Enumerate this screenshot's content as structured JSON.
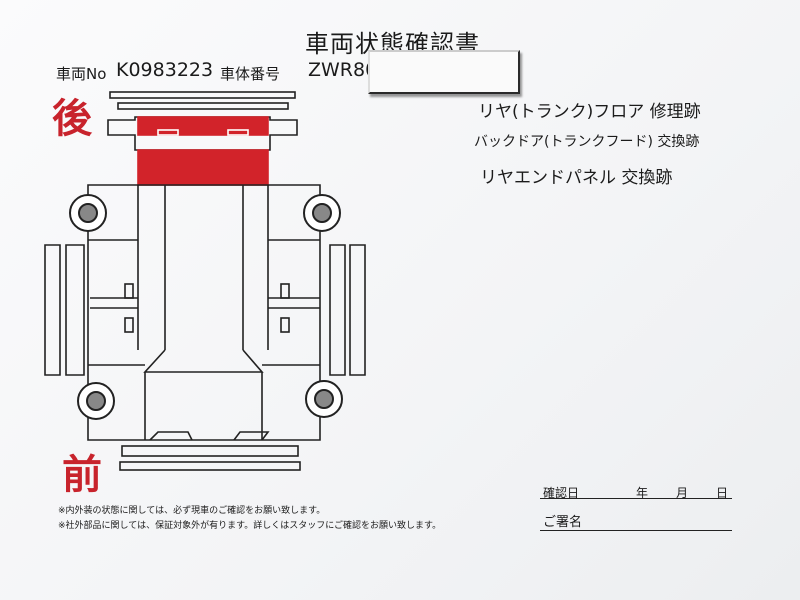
{
  "document": {
    "title": "車両状態確認書",
    "vehicle_no_label": "車両No",
    "vehicle_no": "K0983223",
    "chassis_label": "車体番号",
    "chassis_no": "ZWR80",
    "rear_label": "後",
    "front_label": "前",
    "notes": [
      "リヤ(トランク)フロア 修理跡",
      "バックドア(トランクフード) 交換跡",
      "リヤエンドパネル 交換跡"
    ],
    "disclaimers": [
      "※内外装の状態に関しては、必ず現車のご確認をお願い致します。",
      "※社外部品に関しては、保証対象外が有ります。詳しくはスタッフにご確認をお願い致します。"
    ],
    "confirm_date_label": "確認日",
    "year_label": "年",
    "month_label": "月",
    "day_label": "日",
    "signature_label": "ご署名"
  },
  "colors": {
    "damage_mark": "#d2232a",
    "kanji": "#c8232c"
  }
}
